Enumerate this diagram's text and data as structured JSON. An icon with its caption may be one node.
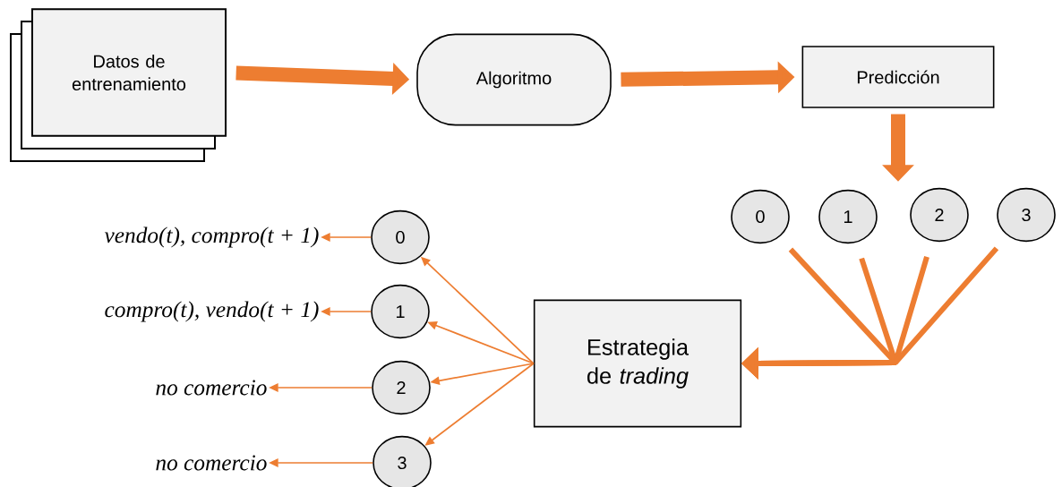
{
  "diagram": {
    "nodes": [
      {
        "text": [
          "Datos de entrenamiento"
        ]
      },
      {
        "text": [
          "Algoritmo"
        ]
      },
      {
        "text": [
          "Predicción"
        ]
      },
      {
        "text": [
          "0"
        ]
      },
      {
        "text": [
          "1"
        ]
      },
      {
        "text": [
          "2"
        ]
      },
      {
        "text": [
          "3"
        ]
      },
      {
        "text": [
          "Estrategia de *trading*"
        ]
      },
      {
        "text": [
          "0"
        ]
      },
      {
        "text": [
          "1"
        ]
      },
      {
        "text": [
          "2"
        ]
      },
      {
        "text": [
          "3"
        ]
      },
      {
        "text": [
          "vendo(t), compro(t + 1)"
        ]
      },
      {
        "text": [
          "compro(t), vendo(t + 1)"
        ]
      },
      {
        "text": [
          "no comercio"
        ]
      },
      {
        "text": [
          "no comercio"
        ]
      }
    ],
    "edges": [
      {
        "from": 0,
        "to": 1,
        "arrow": "to",
        "style": "thick"
      },
      {
        "from": 1,
        "to": 2,
        "arrow": "to",
        "style": "thick"
      },
      {
        "from": 2,
        "to": null,
        "arrow": "to",
        "style": "thick"
      },
      {
        "from": 3,
        "to": 7,
        "arrow": "to",
        "style": "thick"
      },
      {
        "from": 4,
        "to": 7,
        "arrow": "to",
        "style": "thick"
      },
      {
        "from": 5,
        "to": 7,
        "arrow": "to",
        "style": "thick"
      },
      {
        "from": 6,
        "to": 7,
        "arrow": "to",
        "style": "thick"
      },
      {
        "from": 7,
        "to": 8,
        "arrow": "to"
      },
      {
        "from": 7,
        "to": 9,
        "arrow": "to"
      },
      {
        "from": 7,
        "to": 10,
        "arrow": "to"
      },
      {
        "from": 7,
        "to": 11,
        "arrow": "to"
      },
      {
        "from": 8,
        "to": 12,
        "arrow": "to"
      },
      {
        "from": 9,
        "to": 13,
        "arrow": "to"
      },
      {
        "from": 10,
        "to": 14,
        "arrow": "to"
      },
      {
        "from": 11,
        "to": 15,
        "arrow": "to"
      }
    ]
  }
}
